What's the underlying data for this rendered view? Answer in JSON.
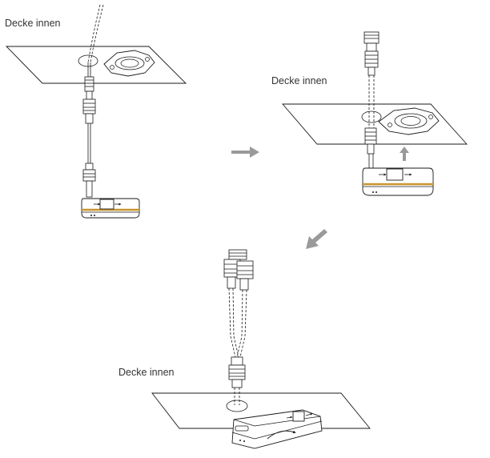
{
  "labels": {
    "step1": "Decke innen",
    "step2": "Decke innen",
    "step3": "Decke innen"
  },
  "colors": {
    "line": "#1a1a1a",
    "accent": "#c8952e",
    "arrow": "#9a9a9a"
  },
  "icons": [
    "arrow-right-icon",
    "arrow-up-icon",
    "arrow-down-left-icon",
    "rotate-arrow-icon"
  ]
}
